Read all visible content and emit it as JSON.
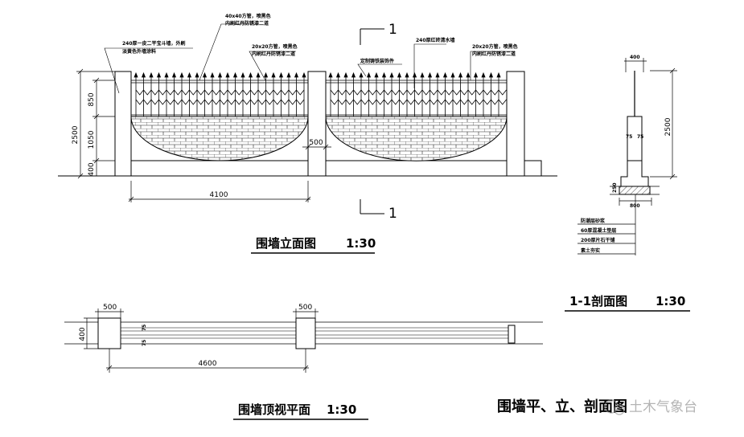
{
  "elevation": {
    "title": "围墙立面图",
    "scale": "1:30",
    "dims": {
      "total_height": "2500",
      "upper": "850",
      "lower": "1050",
      "base": "400",
      "span": "4100",
      "pier": "500"
    },
    "notes": {
      "coping": "240厚一皮二平宝斗墙，外刷",
      "coping2": "淡黄色外墙涂料",
      "bar_a": "40x40方管，喷黑色",
      "bar_a2": "内刷红丹防锈漆二道",
      "bar_b": "20x20方管，喷黑色",
      "bar_b2": "内刷红丹防锈漆二道",
      "finial": "定制铸铁装饰件",
      "brick": "240厚红砖清水墙",
      "bar_c": "20x20方管，喷黑色",
      "bar_c2": "内刷红丹防锈漆二道"
    },
    "section_mark": "1"
  },
  "section": {
    "title": "1-1剖面图",
    "scale": "1:30",
    "dims": {
      "top_w": "400",
      "height": "2500",
      "base_w": "800",
      "d1": "75",
      "d2": "75",
      "d3": "250"
    },
    "legend": [
      "防潮层砂浆",
      "60厚混凝土垫层",
      "200厚片石干铺",
      "素土夯实"
    ]
  },
  "plan": {
    "title": "围墙顶视平面",
    "scale": "1:30",
    "dims": {
      "pier_a": "500",
      "pier_b": "500",
      "width": "400",
      "span": "4600",
      "d1": "75",
      "d2": "75"
    }
  },
  "sheet_title": "围墙平、立、剖面图",
  "watermark": "土木气象台"
}
